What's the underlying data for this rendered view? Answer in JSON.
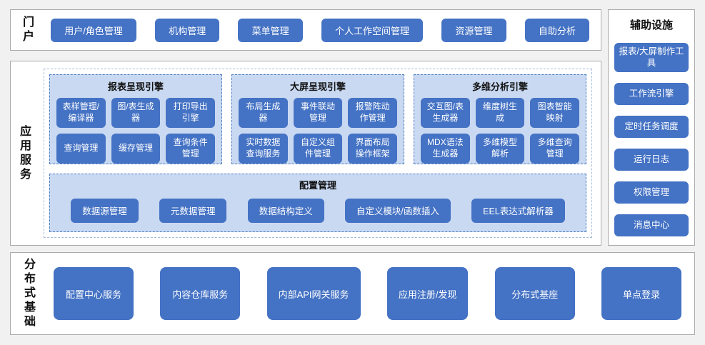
{
  "portal": {
    "label": "门户",
    "items": [
      "用户/角色管理",
      "机构管理",
      "菜单管理",
      "个人工作空间管理",
      "资源管理",
      "自助分析"
    ]
  },
  "app_services": {
    "label": "应用服务",
    "engines": [
      {
        "title": "报表呈现引擎",
        "items": [
          "表样管理/编译器",
          "图/表生成器",
          "打印导出引擎",
          "查询管理",
          "缓存管理",
          "查询条件管理"
        ]
      },
      {
        "title": "大屏呈现引擎",
        "items": [
          "布局生成器",
          "事件联动管理",
          "报警阵动作管理",
          "实时数据查询服务",
          "自定义组件管理",
          "界面布局操作框架"
        ]
      },
      {
        "title": "多维分析引擎",
        "items": [
          "交互图/表生成器",
          "维度树生成",
          "图表智能映射",
          "MDX语法生成器",
          "多维模型解析",
          "多维查询管理"
        ]
      }
    ],
    "config": {
      "title": "配置管理",
      "items": [
        "数据源管理",
        "元数据管理",
        "数据结构定义",
        "自定义模块/函数插入",
        "EEL表达式解析器"
      ]
    }
  },
  "foundation": {
    "label": "分布式基础",
    "items": [
      "配置中心服务",
      "内容仓库服务",
      "内部API网关服务",
      "应用注册/发现",
      "分布式基座",
      "单点登录"
    ]
  },
  "auxiliary": {
    "title": "辅助设施",
    "items": [
      "报表/大屏制作工具",
      "工作流引擎",
      "定时任务调度",
      "运行日志",
      "权限管理",
      "消息中心"
    ]
  },
  "colors": {
    "button": "#4472c4",
    "button_text": "#ffffff",
    "group_bg": "#c9d9f2",
    "group_border": "#4a7ac0",
    "outer_dashed_border": "#a8bbd8",
    "panel_border": "#ababab",
    "page_bg": "#f1f1f1"
  }
}
